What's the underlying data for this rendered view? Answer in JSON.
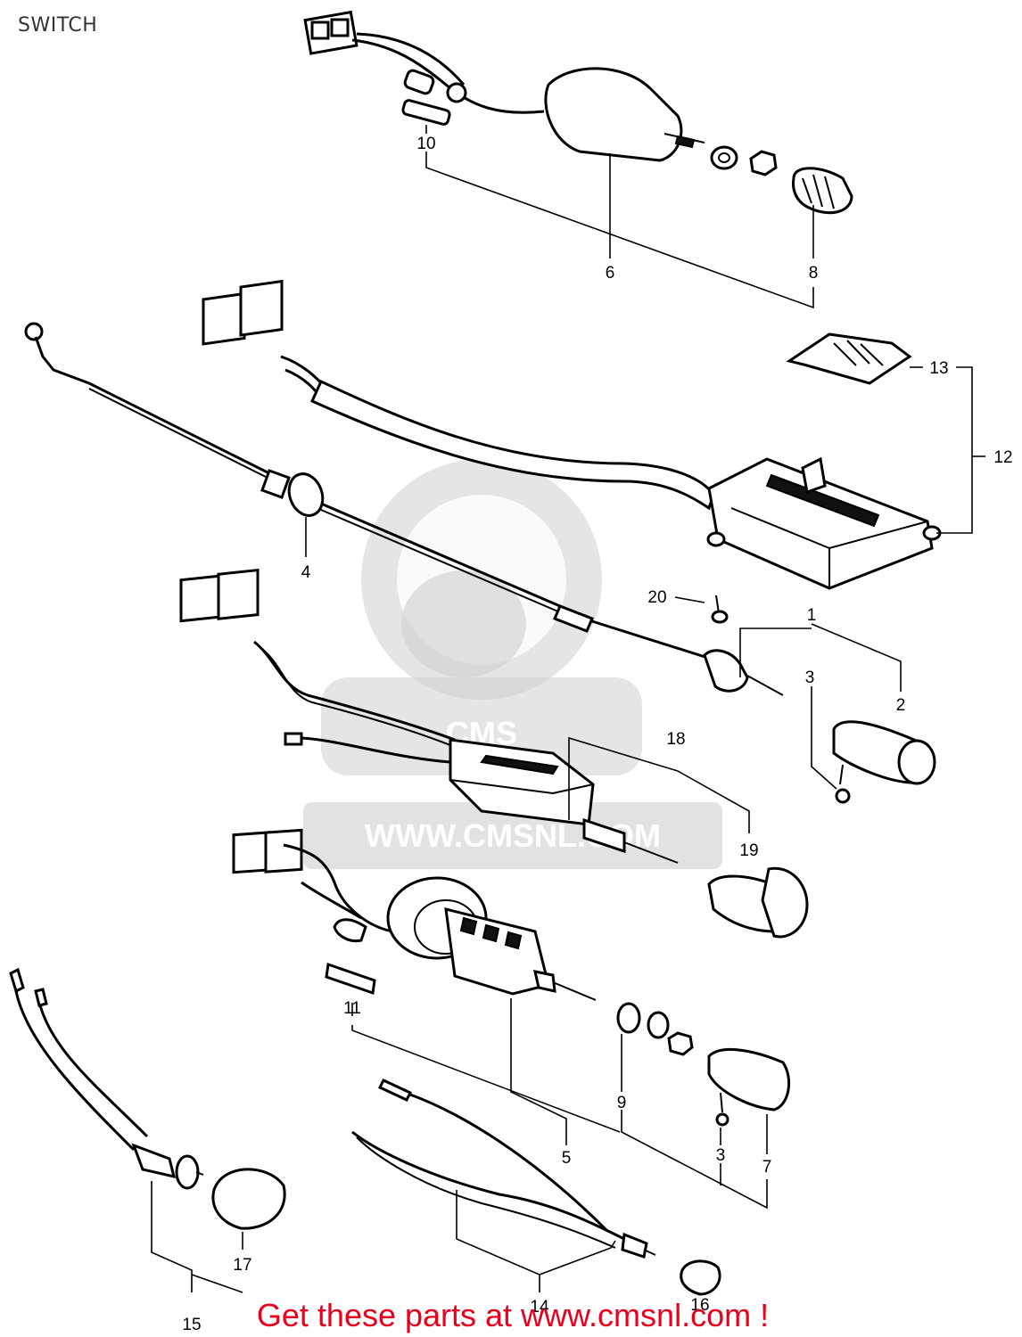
{
  "title": "SWITCH",
  "watermark": {
    "text": "WWW.CMSNL.COM",
    "logo_text": "CMS"
  },
  "cta": {
    "text": "Get these parts at www.cmsnl.com !",
    "color": "#e8001c"
  },
  "callouts": [
    "1",
    "2",
    "3",
    "3",
    "4",
    "5",
    "6",
    "7",
    "8",
    "9",
    "10",
    "11",
    "12",
    "13",
    "14",
    "15",
    "16",
    "17",
    "18",
    "19",
    "20"
  ]
}
